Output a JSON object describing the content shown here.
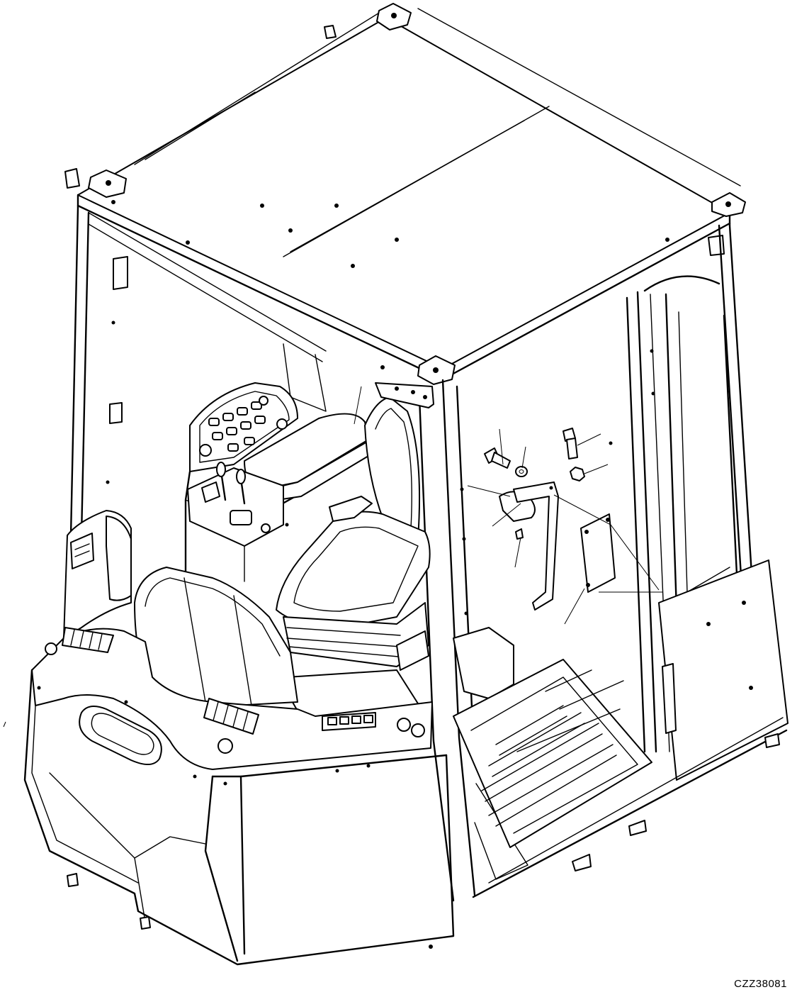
{
  "figure": {
    "id_code": "CZZ38081"
  },
  "icons": {
    "cab": "operator-cab-illustration",
    "seat": "operator-seat",
    "console": "control-console",
    "bracket": "mounting-bracket",
    "bolt": "bolt",
    "washer": "washer",
    "nut": "nut",
    "plate": "cover-plate",
    "clamp": "clamp",
    "floor_mat": "floor-mat"
  }
}
